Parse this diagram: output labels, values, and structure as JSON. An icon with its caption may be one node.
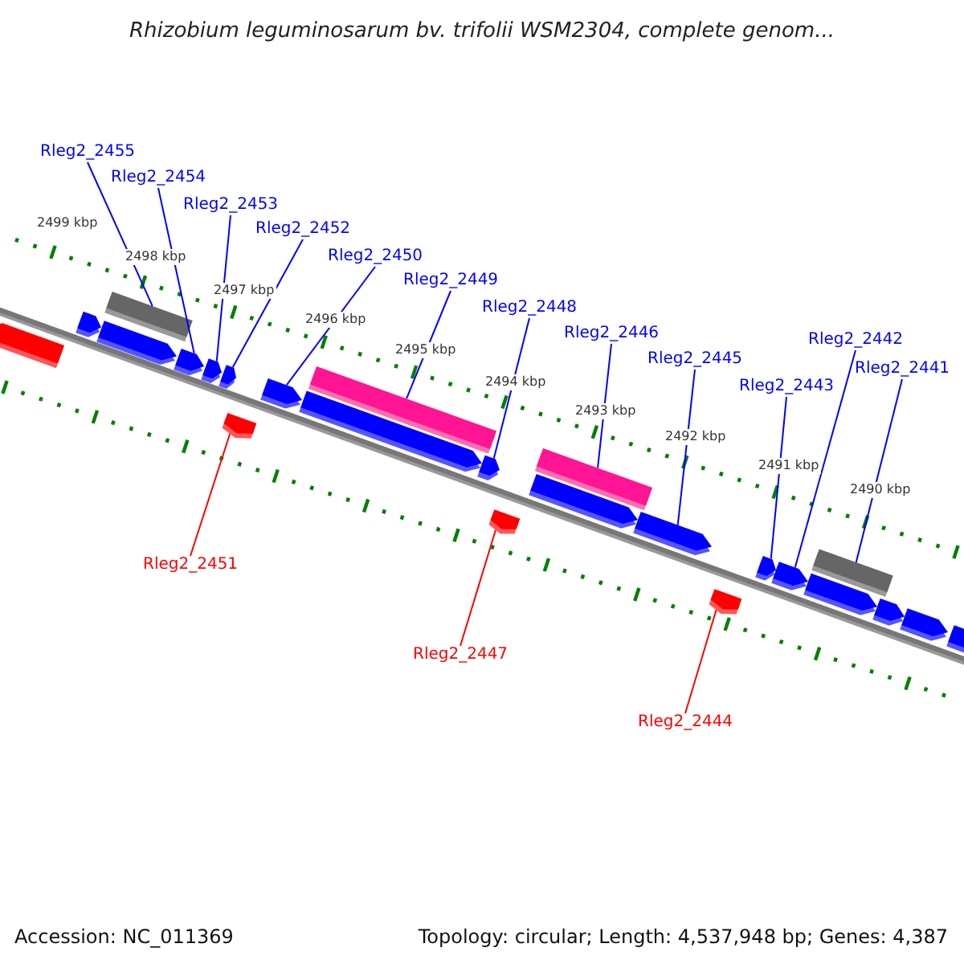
{
  "diagram": {
    "title": "Rhizobium leguminosarum bv. trifolii WSM2304, complete genom...",
    "nodes": [
      {
        "text": [
          "Rleg2_2455"
        ]
      },
      {
        "text": [
          "Rleg2_2454"
        ]
      },
      {
        "text": [
          "Rleg2_2453"
        ]
      },
      {
        "text": [
          "Rleg2_2452"
        ]
      },
      {
        "text": [
          "Rleg2_2450"
        ]
      },
      {
        "text": [
          "Rleg2_2449"
        ]
      },
      {
        "text": [
          "Rleg2_2448"
        ]
      },
      {
        "text": [
          "Rleg2_2446"
        ]
      },
      {
        "text": [
          "Rleg2_2442"
        ]
      },
      {
        "text": [
          "Rleg2_2441"
        ]
      },
      {
        "text": [
          "Rleg2_2445"
        ]
      },
      {
        "text": [
          "Rleg2_2443"
        ]
      },
      {
        "text": [
          "Rleg2_2451"
        ]
      },
      {
        "text": [
          "Rleg2_2447"
        ]
      },
      {
        "text": [
          "Rleg2_2444"
        ]
      },
      {
        "text": [],
        "shape": "pentagon"
      },
      {
        "text": [],
        "shape": "pentagon"
      },
      {
        "text": [],
        "shape": "pentagon"
      },
      {
        "text": [],
        "shape": "bar"
      },
      {
        "text": [],
        "shape": "pentagon"
      },
      {
        "text": [],
        "shape": "pentagon"
      },
      {
        "text": [],
        "shape": "pentagon"
      },
      {
        "text": [],
        "shape": "pentagon"
      },
      {
        "text": [],
        "shape": "pentagon"
      },
      {
        "text": [],
        "shape": "pentagon"
      },
      {
        "text": [],
        "shape": "bar"
      },
      {
        "text": [],
        "shape": "pentagon"
      },
      {
        "text": [],
        "shape": "pentagon"
      },
      {
        "text": [],
        "shape": "pentagon"
      },
      {
        "text": [],
        "shape": "bar"
      },
      {
        "text": [],
        "shape": "pentagon"
      },
      {
        "text": [],
        "shape": "pentagon"
      },
      {
        "text": [],
        "shape": "pentagon"
      },
      {
        "text": [],
        "shape": "pentagon"
      },
      {
        "text": [],
        "shape": "pentagon"
      },
      {
        "text": [],
        "shape": "bar"
      },
      {
        "text": [],
        "shape": "pentagon"
      },
      {
        "text": [],
        "shape": "pentagon"
      },
      {
        "text": [],
        "shape": "pentagon"
      }
    ],
    "edges": [
      {
        "from": 0,
        "to": 18,
        "arrow": "none"
      },
      {
        "from": 1,
        "to": 19,
        "arrow": "none"
      },
      {
        "from": 2,
        "to": 20,
        "arrow": "none"
      },
      {
        "from": 3,
        "to": 21,
        "arrow": "none"
      },
      {
        "from": 4,
        "to": 23,
        "arrow": "none"
      },
      {
        "from": 5,
        "to": 25,
        "arrow": "none"
      },
      {
        "from": 6,
        "to": 26,
        "arrow": "none"
      },
      {
        "from": 7,
        "to": 29,
        "arrow": "none"
      },
      {
        "from": 8,
        "to": 33,
        "arrow": "none"
      },
      {
        "from": 9,
        "to": 35,
        "arrow": "none"
      },
      {
        "from": 10,
        "to": 30,
        "arrow": "none"
      },
      {
        "from": 11,
        "to": 32,
        "arrow": "none"
      },
      {
        "from": 12,
        "to": 22,
        "arrow": "none",
        "color": "#ff0000"
      },
      {
        "from": 13,
        "to": 27,
        "arrow": "none",
        "color": "#ff0000"
      },
      {
        "from": 14,
        "to": 31,
        "arrow": "none",
        "color": "#ff0000"
      }
    ],
    "labels": [
      "2499 kbp",
      "2498 kbp",
      "2497 kbp",
      "2496 kbp",
      "2495 kbp",
      "2494 kbp",
      "2493 kbp",
      "2492 kbp",
      "2491 kbp",
      "2490 kbp",
      "Accession: NC_011369",
      "Topology: circular; Length: 4,537,948 bp; Genes: 4,387"
    ]
  }
}
